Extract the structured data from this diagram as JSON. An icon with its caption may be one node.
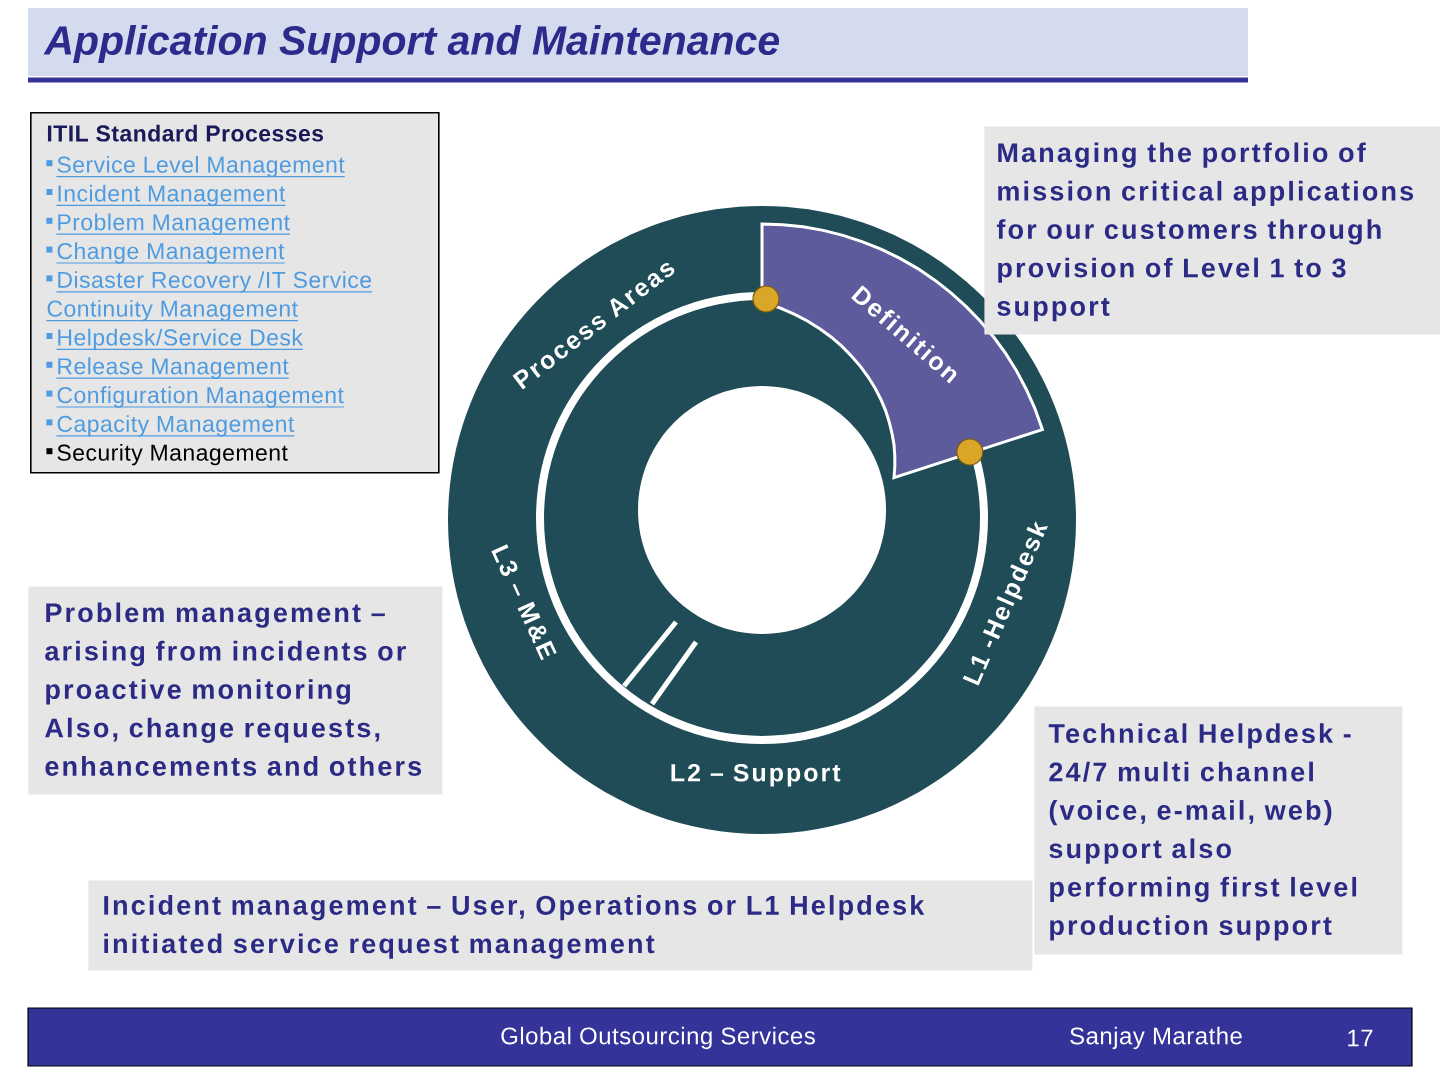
{
  "diagram": {
    "title": "Application Support and Maintenance",
    "nodes": [
      {
        "text": [
          "ITIL Standard Processes",
          "Service Level Management",
          "Incident Management",
          "Problem Management",
          "Change Management",
          "Disaster Recovery /IT Service Continuity Management",
          "Helpdesk/Service Desk",
          "Release Management",
          "Configuration Management",
          "Capacity Management",
          "Security Management"
        ]
      },
      {
        "text": [
          "Managing the portfolio of mission critical applications for our customers through provision of Level 1 to 3 support"
        ]
      },
      {
        "text": [
          "Process Areas",
          "L3 – M&E",
          "L2 – Support",
          "L1 -Helpdesk"
        ]
      },
      {
        "text": [
          "Definition"
        ],
        "in": 2
      },
      {
        "text": [
          "Problem management – arising from incidents or proactive monitoring Also, change requests, enhancements and others"
        ]
      },
      {
        "text": [
          "Technical Helpdesk - 24/7 multi channel (voice, e-mail, web) support also performing first level production support"
        ]
      },
      {
        "text": [
          "Incident management – User, Operations or L1 Helpdesk initiated service request management"
        ]
      }
    ],
    "labels": [
      "Global Outsourcing Services",
      "Sanjay Marathe",
      "17"
    ]
  }
}
